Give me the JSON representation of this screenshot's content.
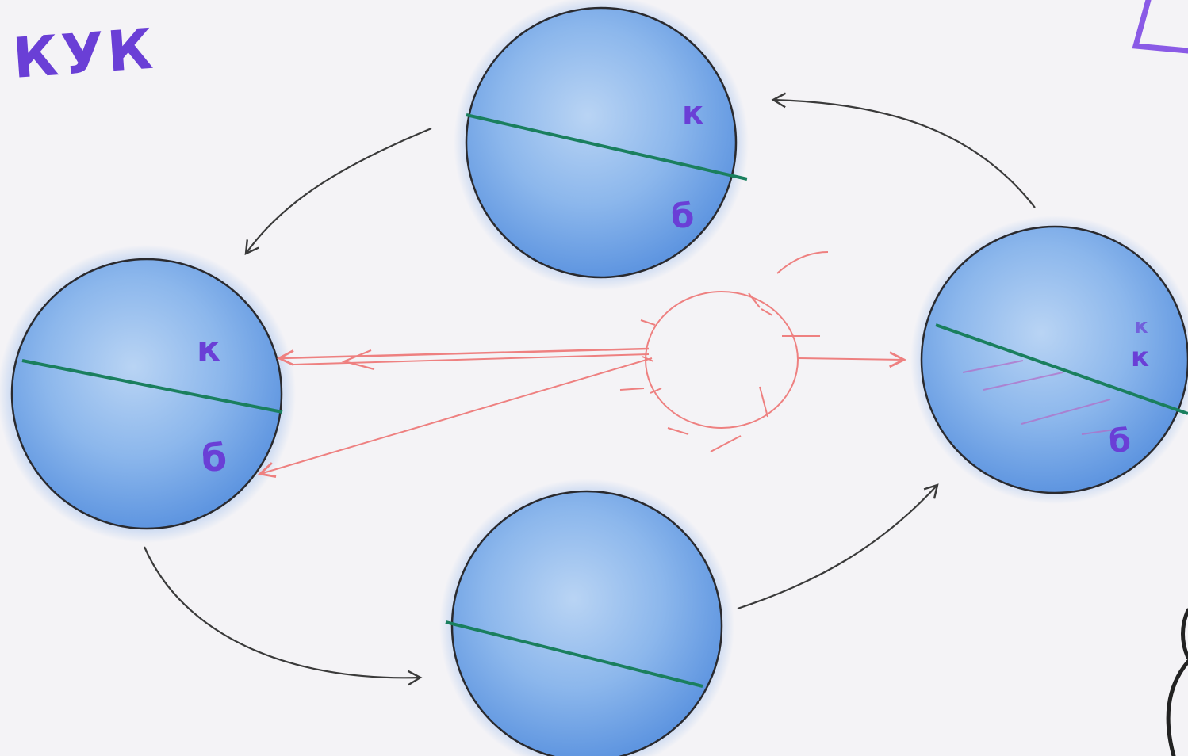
{
  "title": "КУК",
  "colors": {
    "paper": "#f4f3f6",
    "planet_fill": "#7eaee8",
    "planet_glow": "#5c95e6",
    "outline": "#2a2a2e",
    "axis_line": "#1a7f5e",
    "label_ink": "#6a3fd6",
    "sun_ink": "#ee8080",
    "arrow_ink": "#3a3a3a"
  },
  "planets": [
    {
      "name": "top",
      "labels": [
        "к",
        "б"
      ]
    },
    {
      "name": "left",
      "labels": [
        "к",
        "б"
      ]
    },
    {
      "name": "right",
      "labels": [
        "к",
        "б"
      ]
    },
    {
      "name": "bottom",
      "labels": []
    }
  ],
  "sun": {
    "icon": "sun-icon"
  },
  "orbit_arrows": [
    "top-to-left",
    "left-to-bottom",
    "bottom-to-right",
    "right-to-top"
  ],
  "ray_arrows": [
    "sun-to-left-upper",
    "sun-to-left-lower",
    "sun-to-right"
  ]
}
